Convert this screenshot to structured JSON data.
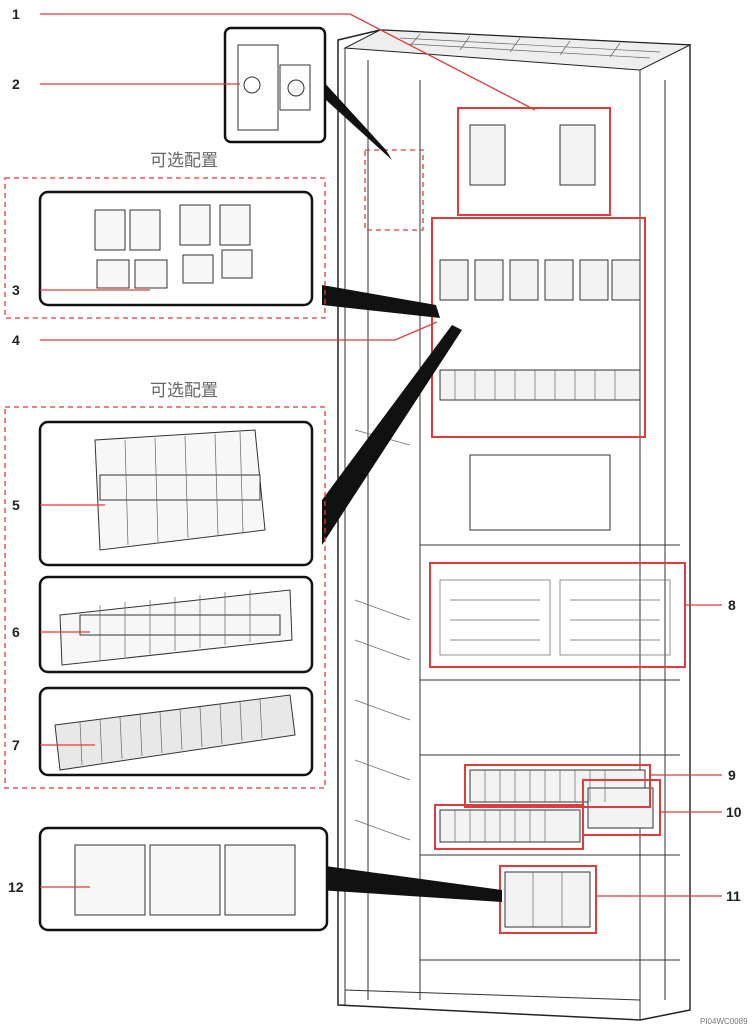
{
  "callouts": [
    "1",
    "2",
    "3",
    "4",
    "5",
    "6",
    "7",
    "8",
    "9",
    "10",
    "11",
    "12"
  ],
  "optional_label_1": "可选配置",
  "optional_label_2": "可选配置",
  "figure_code": "PI04WC0089",
  "colors": {
    "callout": "#e23b3b",
    "outline": "#111111"
  }
}
